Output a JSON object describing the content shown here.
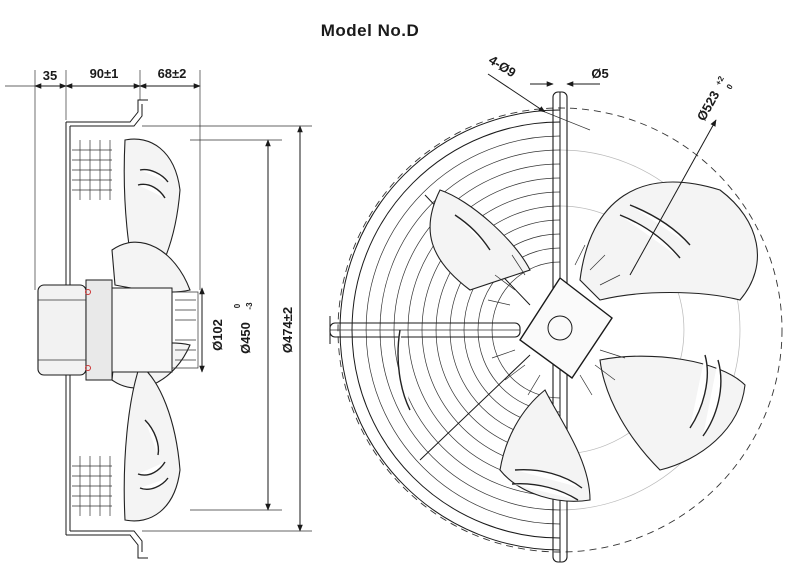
{
  "title": "Model No.D",
  "side_view": {
    "dim_depth_guard": "35",
    "dim_depth_motor": "90±1",
    "dim_depth_blade": "68±2",
    "dim_hub": "Ø102",
    "dim_blade": "Ø450",
    "dim_blade_tol_upper": "0",
    "dim_blade_tol_lower": "-3",
    "dim_guard": "Ø474±2"
  },
  "front_view": {
    "dim_holes": "4-Ø9",
    "dim_wire": "Ø5",
    "dim_outer": "Ø523",
    "dim_outer_tol_upper": "+2",
    "dim_outer_tol_lower": "0"
  },
  "icons": [
    "fan-blade-icon",
    "wire-guard-icon",
    "motor-icon"
  ]
}
